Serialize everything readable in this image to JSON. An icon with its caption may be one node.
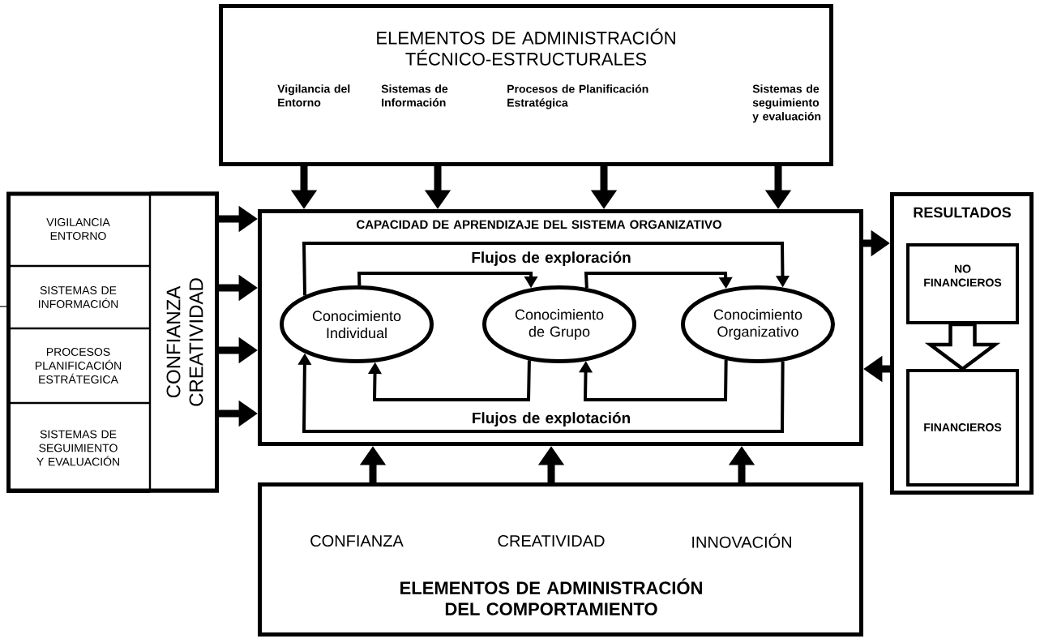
{
  "diagram": {
    "nodes": [
      {
        "text": [
          "ELEMENTOS DE ADMINISTRACIÓN TÉCNICO-ESTRUCTURALES",
          "Vigilancia del Entorno",
          "Sistemas de Información",
          "Procesos de Planificación Estratégica",
          "Sistemas de seguimiento y evaluación"
        ]
      },
      {
        "text": [],
        "shape": "box"
      },
      {
        "text": [
          "VIGILANCIA ENTORNO"
        ],
        "in": 1
      },
      {
        "text": [
          "SISTEMAS DE INFORMACIÓN"
        ],
        "in": 1
      },
      {
        "text": [
          "PROCESOS PLANIFICACIÓN ESTRÁTEGICA"
        ],
        "in": 1
      },
      {
        "text": [
          "SISTEMAS DE SEGUIMIENTO Y EVALUACIÓN"
        ],
        "in": 1
      },
      {
        "text": [
          "CONFIANZA CREATIVIDAD"
        ],
        "in": 1
      },
      {
        "text": [
          "CAPACIDAD DE APRENDIZAJE DEL SISTEMA ORGANIZATIVO",
          "Flujos de exploración",
          "Flujos de explotación"
        ]
      },
      {
        "text": [
          "Conocimiento Individual"
        ],
        "in": 7
      },
      {
        "text": [
          "Conocimiento de Grupo"
        ],
        "in": 7
      },
      {
        "text": [
          "Conocimiento Organizativo"
        ],
        "in": 7
      },
      {
        "text": [
          "RESULTADOS"
        ]
      },
      {
        "text": [
          "NO FINANCIEROS"
        ],
        "in": 11
      },
      {
        "text": [
          "FINANCIEROS"
        ],
        "in": 11
      },
      {
        "text": [
          "CONFIANZA",
          "CREATIVIDAD",
          "INNOVACIÓN",
          "ELEMENTOS DE ADMINISTRACIÓN DEL COMPORTAMIENTO"
        ]
      }
    ],
    "edges": [
      {
        "from": 0,
        "to": 7,
        "arrow": "to"
      },
      {
        "from": 0,
        "to": 7,
        "arrow": "to"
      },
      {
        "from": 0,
        "to": 7,
        "arrow": "to"
      },
      {
        "from": 0,
        "to": 7,
        "arrow": "to"
      },
      {
        "from": 6,
        "to": 7,
        "arrow": "to"
      },
      {
        "from": 6,
        "to": 7,
        "arrow": "to"
      },
      {
        "from": 6,
        "to": 7,
        "arrow": "to"
      },
      {
        "from": 6,
        "to": 7,
        "arrow": "to"
      },
      {
        "from": 7,
        "to": 11,
        "arrow": "to"
      },
      {
        "from": 11,
        "to": 7,
        "arrow": "to"
      },
      {
        "from": 14,
        "to": 7,
        "arrow": "to"
      },
      {
        "from": 14,
        "to": 7,
        "arrow": "to"
      },
      {
        "from": 14,
        "to": 7,
        "arrow": "to"
      },
      {
        "from": 12,
        "to": 13,
        "arrow": "to"
      },
      {
        "from": 8,
        "to": 10,
        "arrow": "to"
      },
      {
        "from": 8,
        "to": 9,
        "arrow": "to"
      },
      {
        "from": 9,
        "to": 10,
        "arrow": "to"
      },
      {
        "from": 9,
        "to": 8,
        "arrow": "to"
      },
      {
        "from": 10,
        "to": 9,
        "arrow": "to"
      },
      {
        "from": 10,
        "to": 8,
        "arrow": "to"
      }
    ]
  }
}
